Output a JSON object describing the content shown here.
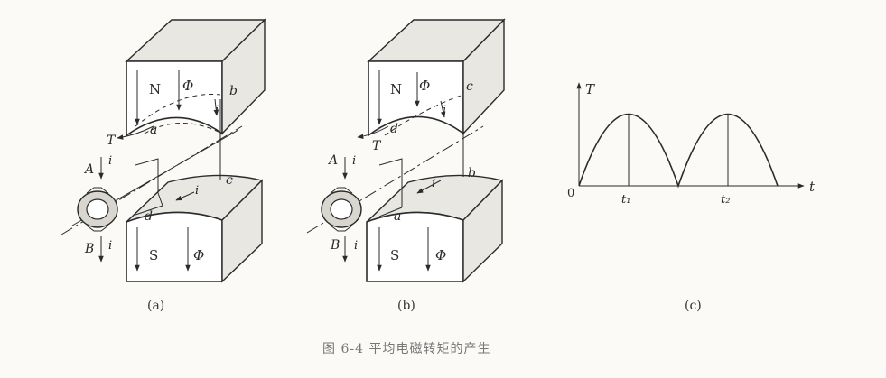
{
  "panels": {
    "a": {
      "caption": "(a)",
      "pole_top": "N",
      "pole_bottom": "S",
      "flux_top": "Φ",
      "flux_bottom": "Φ",
      "brush_top": "A",
      "brush_bottom": "B",
      "current_top": "i",
      "current_bottom": "i",
      "coil_current_top": "i",
      "coil_current_bottom": "i",
      "torque": "T",
      "coil_a": "a",
      "coil_b": "b",
      "coil_c": "c",
      "coil_d": "d"
    },
    "b": {
      "caption": "(b)",
      "pole_top": "N",
      "pole_bottom": "S",
      "flux_top": "Φ",
      "flux_bottom": "Φ",
      "brush_top": "A",
      "brush_bottom": "B",
      "current_top": "i",
      "current_bottom": "i",
      "coil_current_top": "i",
      "coil_current_bottom": "i",
      "torque": "T",
      "coil_c": "c",
      "coil_d": "d",
      "coil_b": "b",
      "coil_a": "a"
    },
    "c": {
      "caption": "(c)",
      "y_axis": "T",
      "x_axis": "t",
      "origin": "0",
      "tick_1": "t₁",
      "tick_2": "t₂"
    }
  },
  "figure_caption": "图 6-4   平均电磁转矩的产生"
}
